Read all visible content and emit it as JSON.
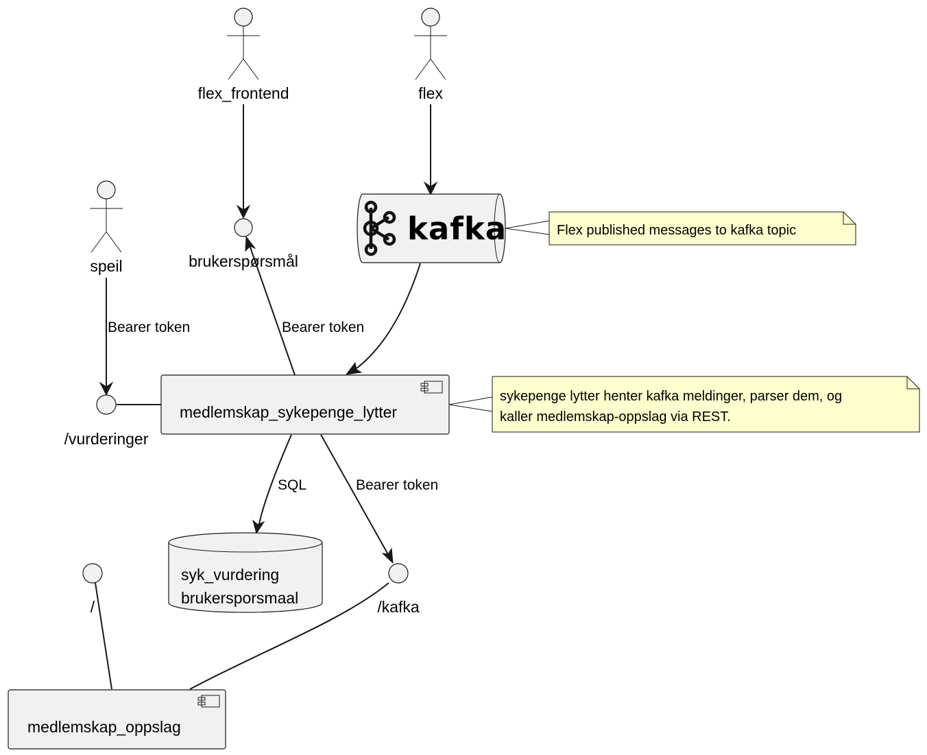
{
  "diagram": {
    "actors": {
      "flex_frontend": "flex_frontend",
      "flex": "flex",
      "speil": "speil"
    },
    "interfaces": {
      "brukersporsmal": "brukerspørsmål",
      "vurderinger": "/vurderinger",
      "kafka": "/kafka",
      "root": "/"
    },
    "queue": {
      "logo_text": "kafka",
      "icon_name": "kafka-logo-icon"
    },
    "components": {
      "lytter": "medlemskap_sykepenge_lytter",
      "oppslag": "medlemskap_oppslag"
    },
    "database": {
      "line1": "syk_vurdering",
      "line2": "brukersporsmaal"
    },
    "notes": {
      "kafka_note": "Flex published messages to kafka topic",
      "lytter_note_line1": "sykepenge lytter henter kafka meldinger, parser dem, og",
      "lytter_note_line2": "kaller medlemskap-oppslag via REST."
    },
    "edge_labels": {
      "speil_to_vurderinger": "Bearer token",
      "lytter_to_brukersporsmal": "Bearer token",
      "lytter_to_db": "SQL",
      "lytter_to_kafka": "Bearer token"
    },
    "colors": {
      "shape_fill": "#f1f1f1",
      "note_fill": "#fefece",
      "stroke": "#181818"
    }
  }
}
